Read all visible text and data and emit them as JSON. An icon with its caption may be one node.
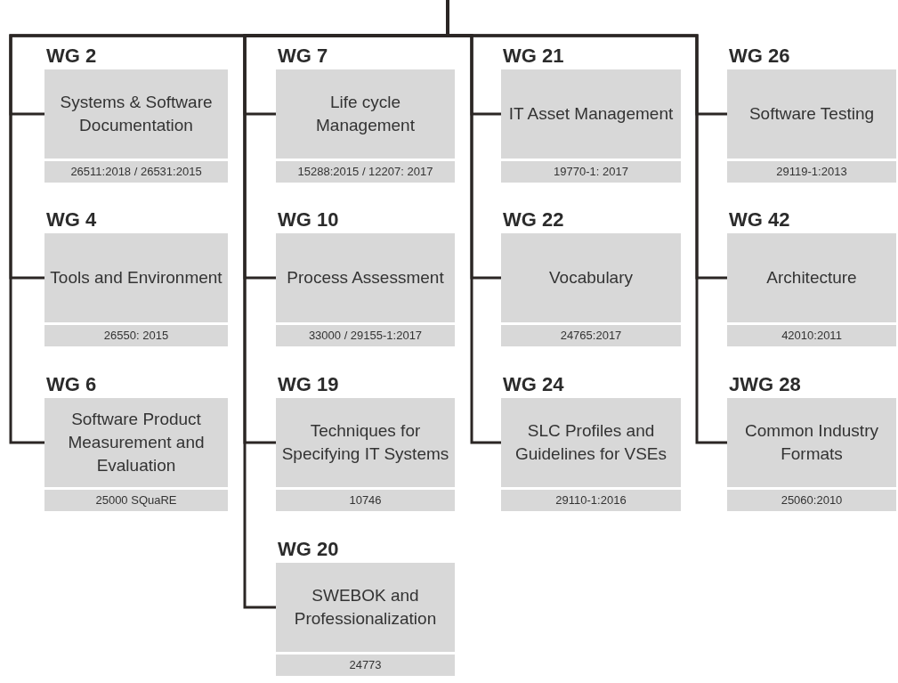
{
  "diagram": {
    "nodes": [
      {
        "text": [
          "WG 2",
          "Systems & Software Documentation",
          "26511:2018 / 26531:2015"
        ]
      },
      {
        "text": [
          "WG 4",
          "Tools and Environment",
          "26550: 2015"
        ]
      },
      {
        "text": [
          "WG 6",
          "Software Product Measurement and Evaluation",
          "25000 SQuaRE"
        ]
      },
      {
        "text": [
          "WG 7",
          "Life cycle Management",
          "15288:2015 / 12207: 2017"
        ]
      },
      {
        "text": [
          "WG 10",
          "Process Assessment",
          "33000 / 29155-1:2017"
        ]
      },
      {
        "text": [
          "WG 19",
          "Techniques for Specifying IT Systems",
          "10746"
        ]
      },
      {
        "text": [
          "WG 20",
          "SWEBOK and Professionalization",
          "24773"
        ]
      },
      {
        "text": [
          "WG 21",
          "IT Asset Management",
          "19770-1: 2017"
        ]
      },
      {
        "text": [
          "WG 22",
          "Vocabulary",
          "24765:2017"
        ]
      },
      {
        "text": [
          "WG 24",
          "SLC Profiles and Guidelines for VSEs",
          "29110-1:2016"
        ]
      },
      {
        "text": [
          "WG 26",
          "Software Testing",
          "29119-1:2013"
        ]
      },
      {
        "text": [
          "WG 42",
          "Architecture",
          "42010:2011"
        ]
      },
      {
        "text": [
          "JWG 28",
          "Common Industry Formats",
          "25060:2010"
        ]
      }
    ],
    "edges": [
      {
        "from": null,
        "to": 0,
        "arrow": "none"
      },
      {
        "from": null,
        "to": 1,
        "arrow": "none"
      },
      {
        "from": null,
        "to": 2,
        "arrow": "none"
      },
      {
        "from": null,
        "to": 3,
        "arrow": "none"
      },
      {
        "from": null,
        "to": 4,
        "arrow": "none"
      },
      {
        "from": null,
        "to": 5,
        "arrow": "none"
      },
      {
        "from": null,
        "to": 6,
        "arrow": "none"
      },
      {
        "from": null,
        "to": 7,
        "arrow": "none"
      },
      {
        "from": null,
        "to": 8,
        "arrow": "none"
      },
      {
        "from": null,
        "to": 9,
        "arrow": "none"
      },
      {
        "from": null,
        "to": 10,
        "arrow": "none"
      },
      {
        "from": null,
        "to": 11,
        "arrow": "none"
      },
      {
        "from": null,
        "to": 12,
        "arrow": "none"
      }
    ]
  }
}
